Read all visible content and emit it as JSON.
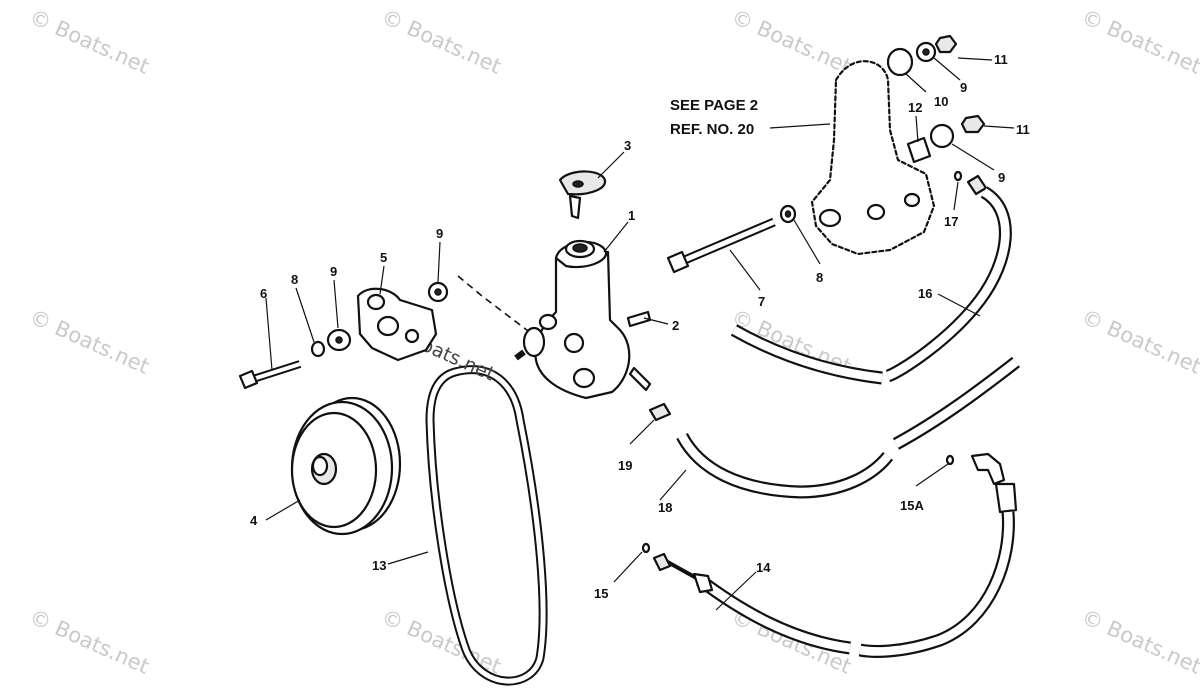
{
  "watermark": {
    "text": "© Boats.net",
    "inline_text": "Boats.net"
  },
  "reference": {
    "line1": "SEE PAGE 2",
    "line2": "REF. NO. 20"
  },
  "callouts": {
    "c1": "1",
    "c2": "2",
    "c3": "3",
    "c4": "4",
    "c5": "5",
    "c6": "6",
    "c7": "7",
    "c8a": "8",
    "c8b": "8",
    "c9a": "9",
    "c9b": "9",
    "c9c": "9",
    "c9d": "9",
    "c10": "10",
    "c11a": "11",
    "c11b": "11",
    "c12": "12",
    "c13": "13",
    "c14": "14",
    "c15": "15",
    "c15a": "15A",
    "c16": "16",
    "c17": "17",
    "c18": "18",
    "c19": "19"
  }
}
